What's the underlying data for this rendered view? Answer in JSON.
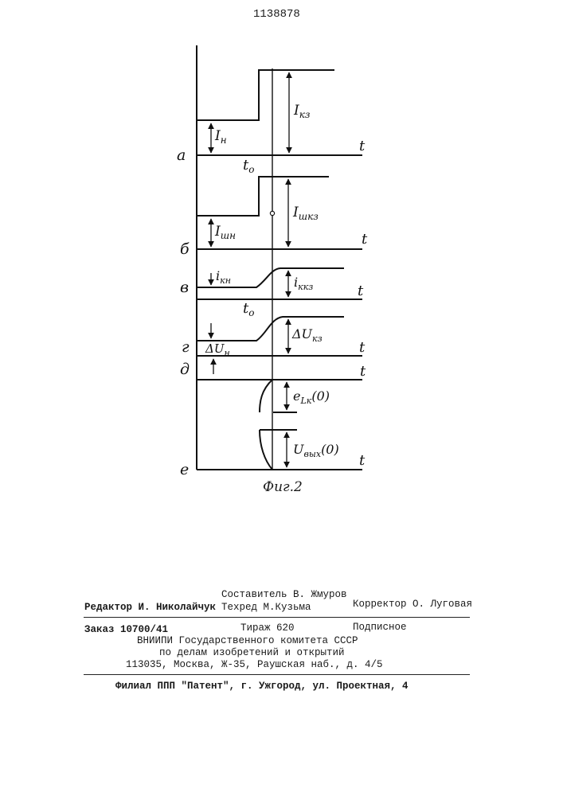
{
  "header": {
    "patent_number": "1138878"
  },
  "figure": {
    "caption": "Фиг.2",
    "row_labels": [
      "а",
      "б",
      "в",
      "г",
      "д",
      "е"
    ],
    "time_label": "t",
    "t0_label": "t",
    "t0_sub": "o",
    "labels": {
      "i_n": {
        "main": "I",
        "sub": "н"
      },
      "i_kz": {
        "main": "I",
        "sub": "кз"
      },
      "i_shn": {
        "main": "I",
        "sub": "шн"
      },
      "i_shkz": {
        "main": "I",
        "sub": "шкз"
      },
      "i_kn": {
        "main": "i",
        "sub": "кн"
      },
      "i_kkz": {
        "main": "i",
        "sub": "ккз"
      },
      "du_n": {
        "main": "ΔU",
        "sub": "н"
      },
      "du_kz": {
        "main": "ΔU",
        "sub": "кз"
      },
      "e_lk": {
        "main": "e",
        "sub": "Lк",
        "tail": "(0)"
      },
      "u_out": {
        "main": "U",
        "sub": "вых",
        "tail": "(0)"
      }
    }
  },
  "imprint": {
    "editor": "Редактор И. Николайчук",
    "compiler": "Составитель В. Жмуров",
    "techred": "Техред М.Кузьма",
    "corrector": "Корректор О. Луговая",
    "order": "Заказ 10700/41",
    "circulation": "Тираж 620",
    "subscription": "Подписное",
    "org_line1": "ВНИИПИ Государственного комитета СССР",
    "org_line2": "по делам изобретений и открытий",
    "address": "113035, Москва, Ж-35, Раушская наб., д. 4/5",
    "branch": "Филиал ППП \"Патент\", г. Ужгород, ул. Проектная, 4"
  }
}
